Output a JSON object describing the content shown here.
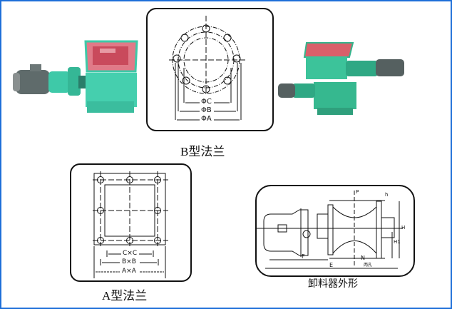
{
  "photos": {
    "left": {
      "label": "Rotary valve photo (motor left)",
      "colors": {
        "body": "#3ec9a8",
        "hopper": "#d95a6a",
        "motor": "#5a6a6a"
      }
    },
    "right": {
      "label": "Rotary valve photo (double motor)",
      "colors": {
        "body": "#33b58c",
        "hopper": "#d9606a",
        "motor": "#556060"
      }
    }
  },
  "b_flange": {
    "caption": "B型法兰",
    "dims": [
      "ΦC",
      "ΦB",
      "ΦA"
    ]
  },
  "a_flange": {
    "caption": "A型法兰",
    "dims": [
      "C×C",
      "B×B",
      "A×A"
    ]
  },
  "outline": {
    "caption": "卸料器外形",
    "labels": {
      "F": "F",
      "E": "E",
      "N": "N",
      "P": "P",
      "H": "H",
      "H1": "H1",
      "h": "h",
      "note": "两孔"
    }
  },
  "colors": {
    "border": "#1e6fd9",
    "line": "#111111"
  }
}
